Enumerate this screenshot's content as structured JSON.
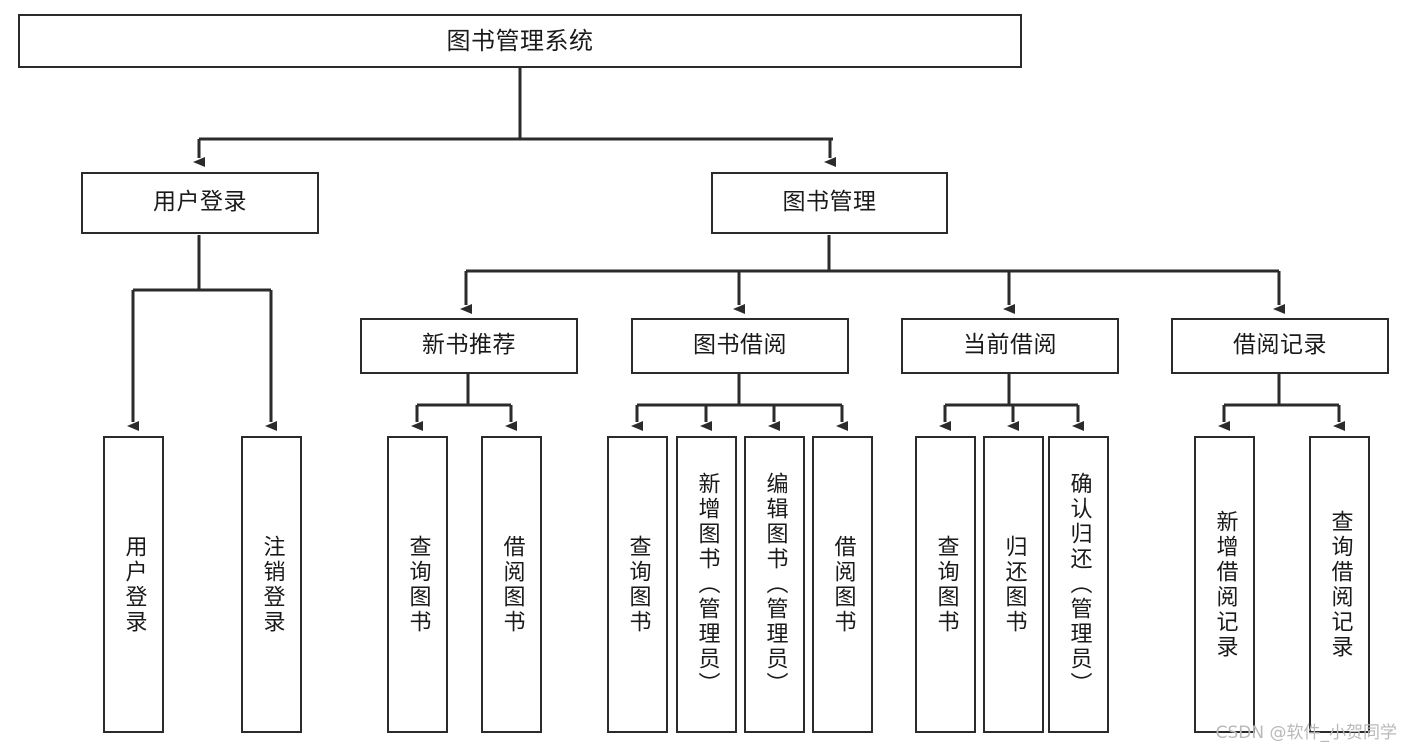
{
  "diagram": {
    "title": "图书管理系统",
    "type": "tree-hierarchy-chart",
    "stroke_color": "#2b2b2b",
    "background_color": "#ffffff",
    "watermark": "CSDN @软件_小贺同学",
    "nodes": {
      "root": {
        "label": "图书管理系统"
      },
      "level1": [
        {
          "id": "user-login",
          "label": "用户登录"
        },
        {
          "id": "book-management",
          "label": "图书管理"
        }
      ],
      "level2": [
        {
          "id": "new-book-recommend",
          "label": "新书推荐"
        },
        {
          "id": "book-borrow",
          "label": "图书借阅"
        },
        {
          "id": "current-borrow",
          "label": "当前借阅"
        },
        {
          "id": "borrow-record",
          "label": "借阅记录"
        }
      ],
      "leaves": {
        "user_login": [
          {
            "id": "leaf-user-login",
            "label": "用户登录"
          },
          {
            "id": "leaf-logout-login",
            "label": "注销登录"
          }
        ],
        "new_book_recommend": [
          {
            "id": "leaf-query-book-1",
            "label": "查询图书"
          },
          {
            "id": "leaf-borrow-book-1",
            "label": "借阅图书"
          }
        ],
        "book_borrow": [
          {
            "id": "leaf-query-book-2",
            "label": "查询图书"
          },
          {
            "id": "leaf-add-book",
            "label": "新增图书（管理员）"
          },
          {
            "id": "leaf-edit-book",
            "label": "编辑图书（管理员）"
          },
          {
            "id": "leaf-borrow-book-2",
            "label": "借阅图书"
          }
        ],
        "current_borrow": [
          {
            "id": "leaf-query-book-3",
            "label": "查询图书"
          },
          {
            "id": "leaf-return-book",
            "label": "归还图书"
          },
          {
            "id": "leaf-confirm-return",
            "label": "确认归还（管理员）"
          }
        ],
        "borrow_record": [
          {
            "id": "leaf-add-record",
            "label": "新增借阅记录"
          },
          {
            "id": "leaf-query-record",
            "label": "查询借阅记录"
          }
        ]
      }
    }
  }
}
